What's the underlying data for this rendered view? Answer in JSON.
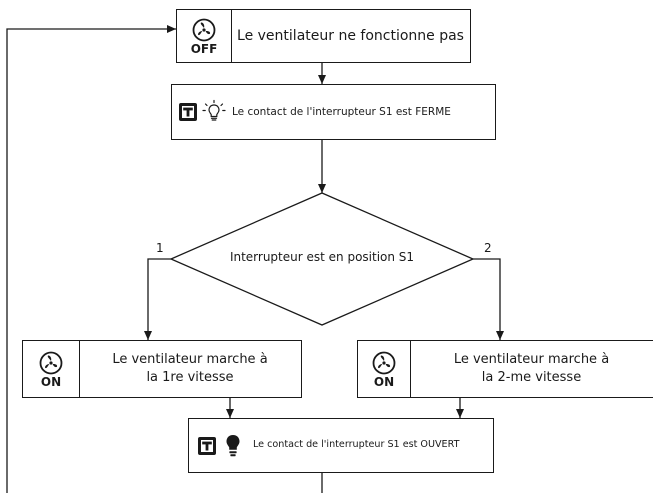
{
  "nodes": {
    "start": {
      "icon_label": "OFF",
      "text": "Le ventilateur ne fonctionne pas"
    },
    "contact_closed": {
      "text": "Le contact de l'interrupteur S1 est FERME"
    },
    "decision": {
      "text": "Interrupteur est en position S1"
    },
    "speed1": {
      "icon_label": "ON",
      "line1": "Le ventilateur marche à",
      "line2": "la 1re vitesse"
    },
    "speed2": {
      "icon_label": "ON",
      "line1": "Le ventilateur marche à",
      "line2": "la 2-me vitesse"
    },
    "contact_open": {
      "text": "Le contact de l'interrupteur S1 est OUVERT"
    }
  },
  "branches": {
    "left": "1",
    "right": "2"
  },
  "icons": [
    "fan-icon",
    "switch-icon",
    "bulb-off-icon",
    "bulb-on-icon"
  ],
  "colors": {
    "stroke": "#1a1a1a",
    "background": "#ffffff"
  }
}
